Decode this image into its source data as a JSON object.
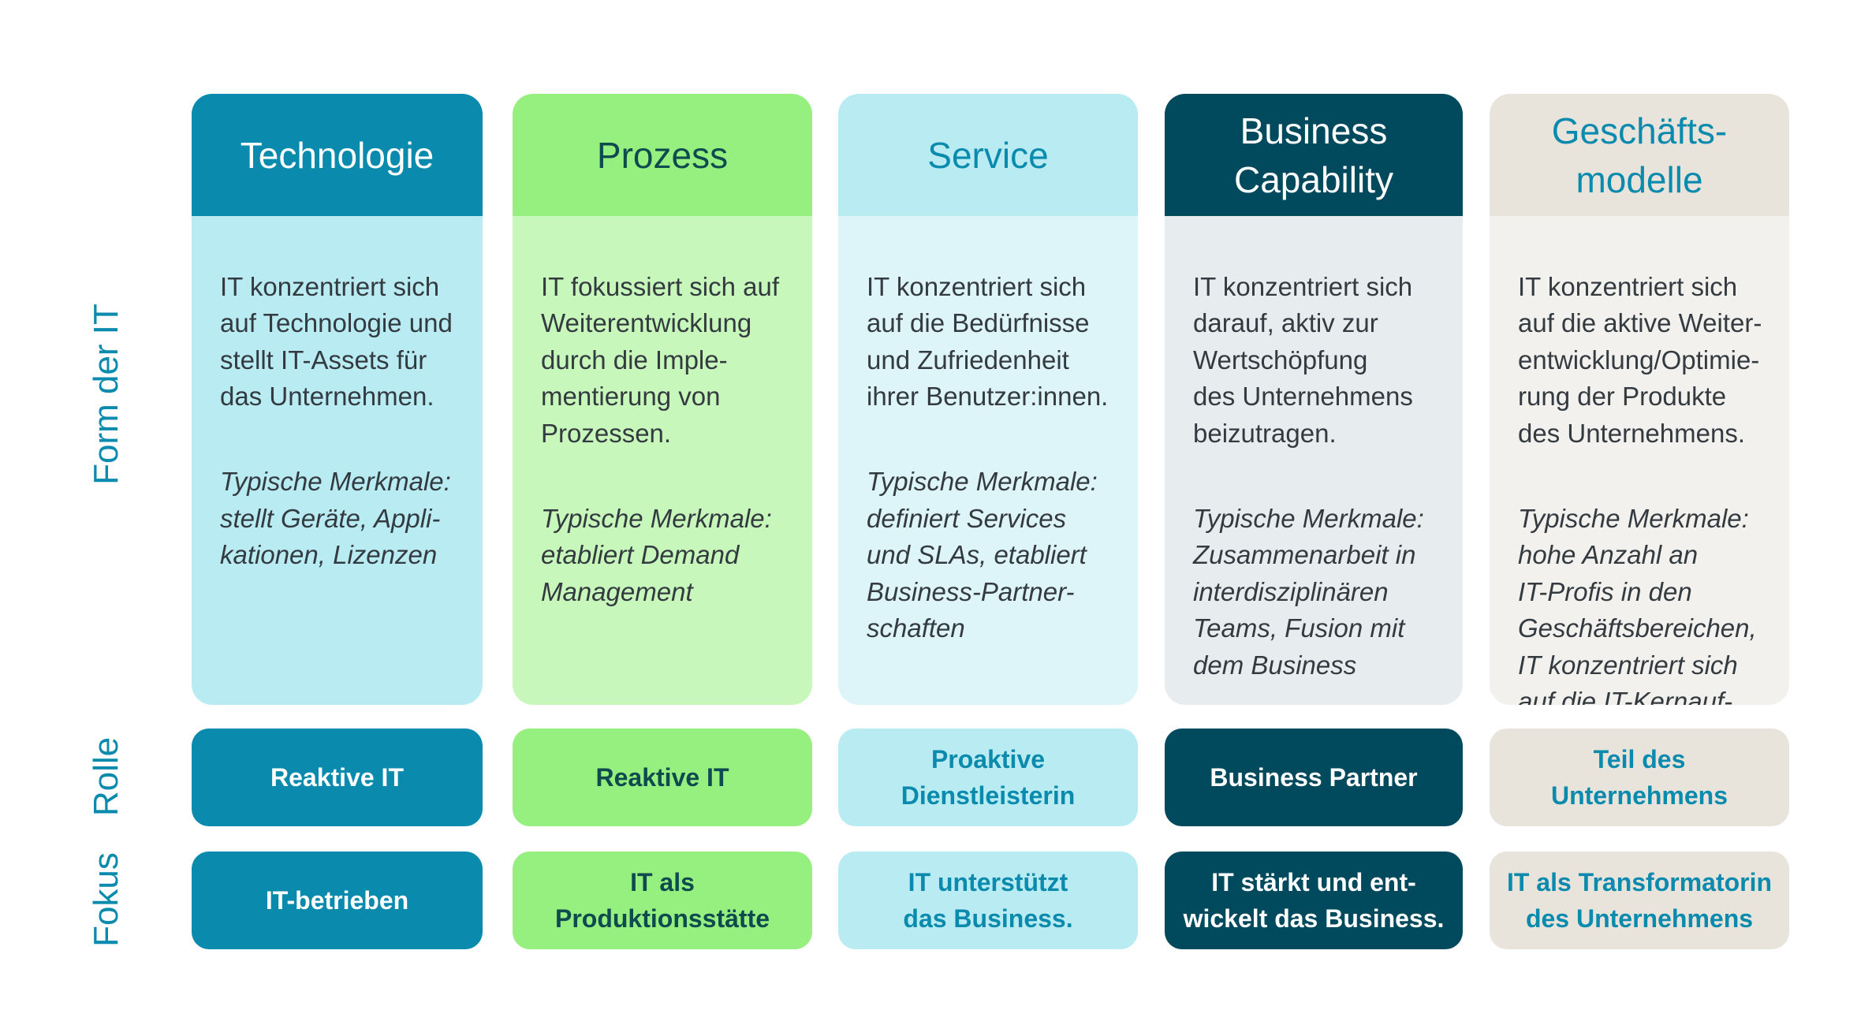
{
  "row_labels": {
    "form": "Form der IT",
    "rolle": "Rolle",
    "fokus": "Fokus"
  },
  "columns": [
    {
      "title": "Technologie",
      "description": "IT konzentriert sich\nauf Technologie und\nstellt IT-Assets für\ndas Unternehmen.",
      "features": "Typische Merkmale:\nstellt Geräte, Appli-\nkationen, Lizenzen",
      "rolle": "Reaktive IT",
      "fokus": "IT-betrieben"
    },
    {
      "title": "Prozess",
      "description": "IT fokussiert sich auf\nWeiterentwicklung\ndurch die Imple-\nmentierung von\nProzessen.",
      "features": "Typische Merkmale:\netabliert Demand\nManagement",
      "rolle": "Reaktive IT",
      "fokus": "IT als\nProduktionsstätte"
    },
    {
      "title": "Service",
      "description": "IT konzentriert sich\nauf die Bedürfnisse\nund Zufriedenheit\nihrer Benutzer:innen.",
      "features": "Typische Merkmale:\ndefiniert Services\nund SLAs, etabliert\nBusiness-Partner-\nschaften",
      "rolle": "Proaktive\nDienstleisterin",
      "fokus": "IT unterstützt\ndas Business."
    },
    {
      "title": "Business\nCapability",
      "description": "IT konzentriert sich\ndarauf, aktiv zur\nWertschöpfung\ndes Unternehmens\nbeizutragen.",
      "features": "Typische Merkmale:\nZusammenarbeit in\ninterdisziplinären\nTeams, Fusion mit\ndem Business",
      "rolle": "Business Partner",
      "fokus": "IT stärkt und ent-\nwickelt das Business."
    },
    {
      "title": "Geschäfts-\nmodelle",
      "description": "IT konzentriert sich\nauf die aktive Weiter-\nentwicklung/Optimie-\nrung der Produkte\ndes Unternehmens.",
      "features": "Typische Merkmale:\nhohe Anzahl an\nIT-Profis in den\nGeschäftsbereichen,\nIT konzentriert sich\nauf die IT-Kernauf-\ngaben",
      "rolle": "Teil des\nUnternehmens",
      "fokus": "IT als Transformatorin\ndes Unternehmens"
    }
  ],
  "colors": {
    "teal": "#0a8aad",
    "green": "#95f07f",
    "light_blue": "#b9ebf3",
    "dark_teal": "#014a5d",
    "beige": "#e8e4dc"
  }
}
